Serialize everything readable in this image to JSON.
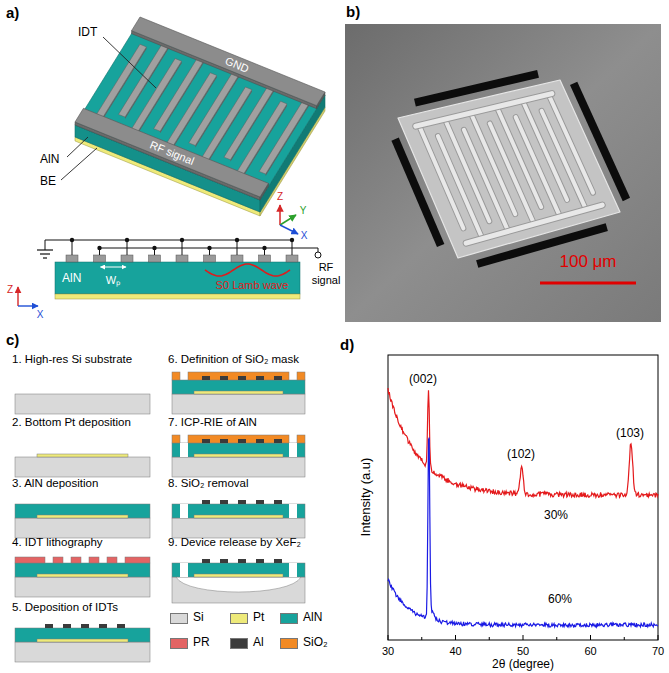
{
  "diagram": {
    "labels": [
      "a)",
      "IDT",
      "GND",
      "RF signal",
      "AlN",
      "BE",
      "Z",
      "Y",
      "X",
      "AlN",
      "Wₚ",
      "S0 Lamb wave",
      "RF signal",
      "Z",
      "X",
      "b)",
      "100 μm",
      "c)",
      "1. High-res Si substrate",
      "2. Bottom Pt deposition",
      "3. AlN deposition",
      "4. IDT lithography",
      "5. Deposition of IDTs",
      "6. Definition of SiO₂ mask",
      "7. ICP-RIE of AlN",
      "8. SiO₂ removal",
      "9. Device release by XeF₂",
      "d)",
      "(002)",
      "(102)",
      "(103)",
      "30%",
      "60%",
      "Intensity (a.u)",
      "2θ (degree)",
      "30",
      "40",
      "50",
      "60",
      "70"
    ],
    "legend": [
      {
        "text": "Si",
        "color": "#d9d9d9"
      },
      {
        "text": "Pt",
        "color": "#eeea7a"
      },
      {
        "text": "AlN",
        "color": "#17a39c"
      },
      {
        "text": "PR",
        "color": "#e36464"
      },
      {
        "text": "Al",
        "color": "#3b3b3b"
      },
      {
        "text": "SiO₂",
        "color": "#f28a24"
      }
    ]
  }
}
